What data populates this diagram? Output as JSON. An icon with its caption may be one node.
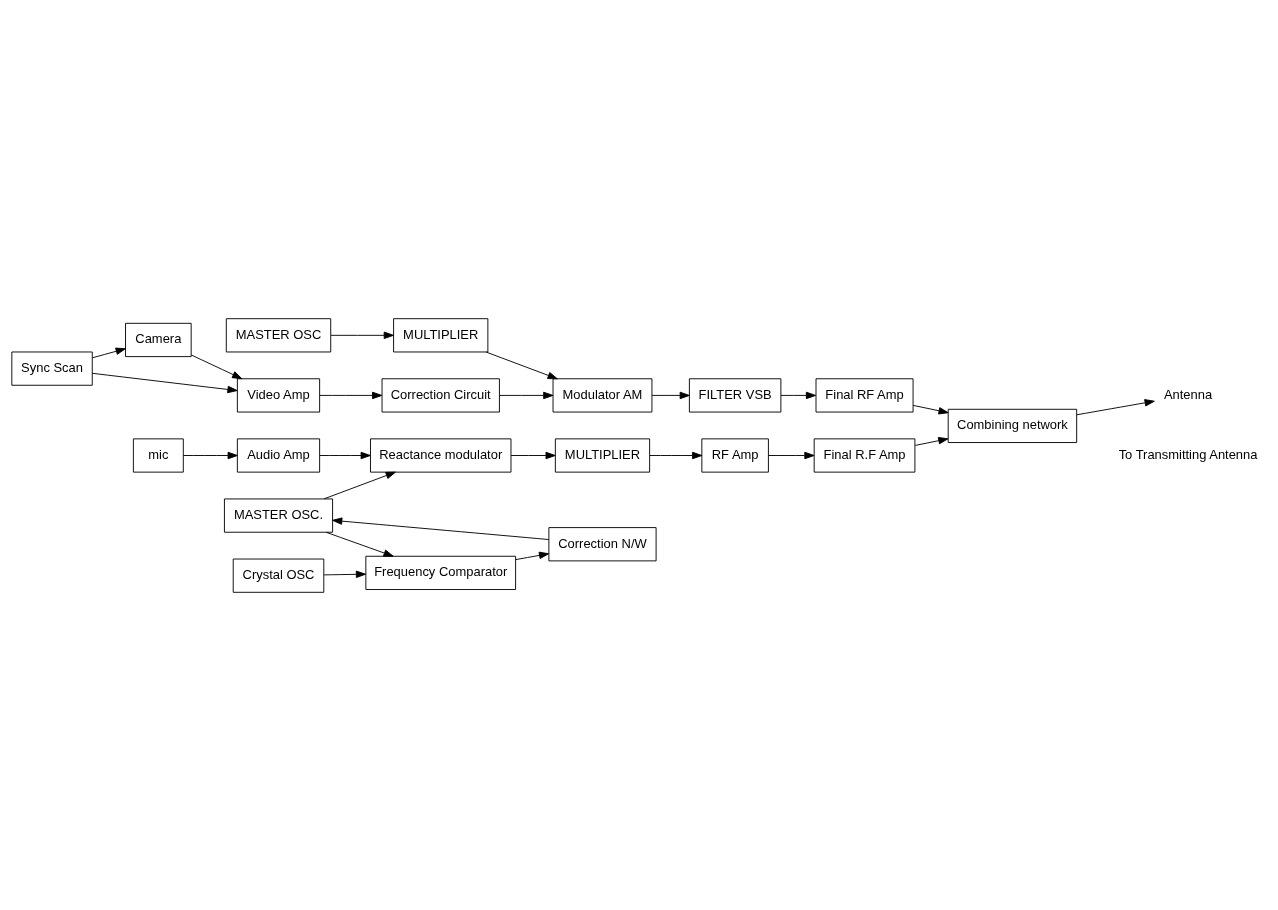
{
  "diagram": {
    "nodes": [
      {
        "text": [
          "MASTER OSC"
        ]
      },
      {
        "text": [
          "MULTIPLIER"
        ]
      },
      {
        "text": [
          "Modulator AM"
        ]
      },
      {
        "text": [
          "FILTER VSB"
        ]
      },
      {
        "text": [
          "Final RF Amp"
        ]
      },
      {
        "text": [
          "Combining network"
        ]
      },
      {
        "text": [
          "Antenna"
        ]
      },
      {
        "text": [
          "Camera"
        ]
      },
      {
        "text": [
          "Video Amp"
        ]
      },
      {
        "text": [
          "Correction Circuit"
        ]
      },
      {
        "text": [
          "Sync Scan"
        ]
      },
      {
        "text": [
          "mic"
        ]
      },
      {
        "text": [
          "Audio Amp"
        ]
      },
      {
        "text": [
          "Reactance modulator"
        ]
      },
      {
        "text": [
          "MULTIPLIER"
        ]
      },
      {
        "text": [
          "RF Amp"
        ]
      },
      {
        "text": [
          "Final R.F Amp"
        ]
      },
      {
        "text": [
          "MASTER OSC."
        ]
      },
      {
        "text": [
          "Frequency Comparator"
        ]
      },
      {
        "text": [
          "Crystal OSC"
        ]
      },
      {
        "text": [
          "Correction N/W"
        ]
      }
    ],
    "edges": [
      {
        "from": 0,
        "to": 1,
        "arrow": "to"
      },
      {
        "from": 1,
        "to": 2,
        "arrow": "to"
      },
      {
        "from": 2,
        "to": 3,
        "arrow": "to"
      },
      {
        "from": 3,
        "to": 4,
        "arrow": "to"
      },
      {
        "from": 4,
        "to": 5,
        "arrow": "to"
      },
      {
        "from": 5,
        "to": 6,
        "arrow": "to"
      },
      {
        "from": 7,
        "to": 8,
        "arrow": "to"
      },
      {
        "from": 8,
        "to": 9,
        "arrow": "to"
      },
      {
        "from": 9,
        "to": 2,
        "arrow": "to"
      },
      {
        "from": 10,
        "to": 7,
        "arrow": "to"
      },
      {
        "from": 10,
        "to": 8,
        "arrow": "to"
      },
      {
        "from": 11,
        "to": 12,
        "arrow": "to"
      },
      {
        "from": 12,
        "to": 13,
        "arrow": "to"
      },
      {
        "from": 13,
        "to": 14,
        "arrow": "to"
      },
      {
        "from": 14,
        "to": 15,
        "arrow": "to"
      },
      {
        "from": 15,
        "to": 16,
        "arrow": "to"
      },
      {
        "from": 16,
        "to": 5,
        "arrow": "to"
      },
      {
        "from": 17,
        "to": 13,
        "arrow": "to"
      },
      {
        "from": 17,
        "to": 18,
        "arrow": "to"
      },
      {
        "from": 19,
        "to": 18,
        "arrow": "to"
      },
      {
        "from": 18,
        "to": 20,
        "arrow": "to"
      },
      {
        "from": 20,
        "to": 17,
        "arrow": "to"
      }
    ],
    "labels": [
      "To Transmitting Antenna"
    ]
  }
}
